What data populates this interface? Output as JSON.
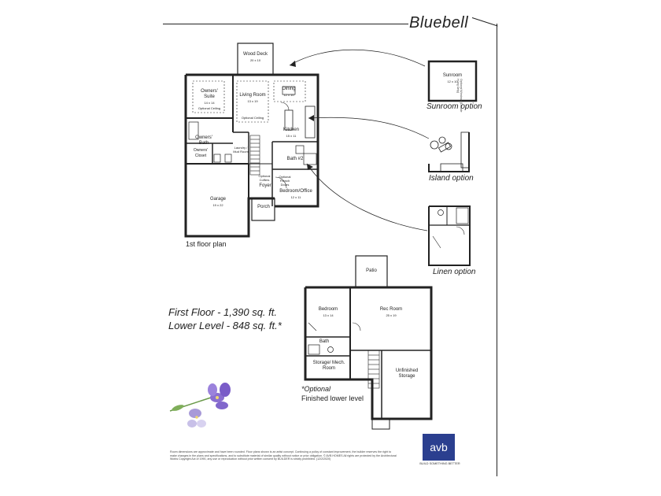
{
  "title": "Bluebell",
  "first_floor_label": "1st floor plan",
  "sqft": {
    "first_floor": "First Floor - 1,390 sq. ft.",
    "lower_level": "Lower Level - 848 sq. ft.*"
  },
  "options": {
    "sunroom": "Sunroom option",
    "island": "Island option",
    "linen": "Linen option"
  },
  "optional_note": {
    "line1": "*Optional",
    "line2": "Finished lower level"
  },
  "rooms_first": {
    "wood_deck": "Wood Deck",
    "wood_deck_dim": "20 x 10",
    "owners_suite": "Owners' Suite",
    "owners_suite_dim": "14 x 14",
    "optional_ceiling_a": "Optional Ceiling",
    "living_room": "Living Room",
    "living_room_dim": "13 x 19",
    "optional_ceiling_b": "Optional Ceiling",
    "dining": "Dining",
    "dining_dim": "12 x 10",
    "kitchen": "Kitchen",
    "kitchen_dim": "15 x 11",
    "owners_bath": "Owners' Bath",
    "owners_closet": "Owners' Closet",
    "laundry": "Laundry / Mud Room",
    "bath2": "Bath #2",
    "optional_coffers": "Optional Coffers",
    "foyer": "Foyer",
    "optional_french": "Optional French Doors",
    "bedroom_office": "Bedroom/Office",
    "bedroom_office_dim": "12 x 11",
    "garage": "Garage",
    "garage_dim": "19 x 22",
    "porch": "Porch"
  },
  "sunroom": {
    "label": "Sunroom",
    "dim": "12 x 10",
    "side_note": "Optional Windows (Double Hung Only)"
  },
  "rooms_lower": {
    "patio": "Patio",
    "bedroom": "Bedroom",
    "bedroom_dim": "13 x 14",
    "rec_room": "Rec Room",
    "rec_room_dim": "25 x 19",
    "bath": "Bath",
    "storage_mech": "Storage/ Mech. Room",
    "unfinished": "Unfinished Storage"
  },
  "disclaimer": "Room dimensions are approximate and have been rounded. Floor plans shown is an artist concept. Continuing a policy of constant improvement, the builder reserves the right to make changes in the plans and specifications, and to substitute material of similar quality without notice or prior obligation. © AVB HOMES All rights are protected by the Architectural Works Copyright Act of 1990, any use or reproduction without prior written consent by BUILDER is strictly prohibited. (12/2/2020)",
  "logo": {
    "text": "avb",
    "tagline": "BUILD SOMETHING BETTER"
  },
  "colors": {
    "brand": "#2b3f8f",
    "line": "#222222",
    "flower": "#8a6fd0"
  }
}
